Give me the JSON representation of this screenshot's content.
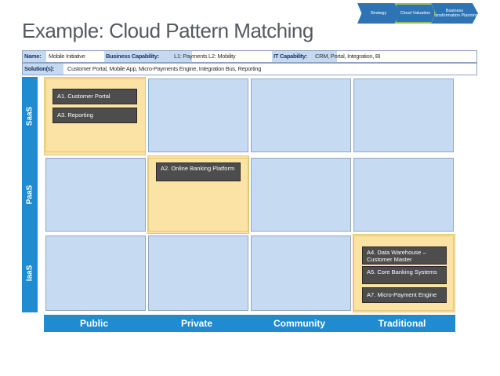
{
  "header": {
    "chevrons": [
      "Strategy",
      "Cloud Valuation",
      "Business Transformation Planning"
    ],
    "title": "Example: Cloud Pattern Matching"
  },
  "info": {
    "name_label": "Name:",
    "name_value": "Mobile Initiative",
    "business_label": "Business Capability:",
    "business_value": "L1: Payments L2: Mobility",
    "it_label": "IT Capability:",
    "it_value": "CRM, Portal, Integration, BI",
    "solutions_label": "Solution(s):",
    "solutions_value": "Customer Portal, Mobile App, Micro-Payments Engine, Integration Bus, Reporting"
  },
  "rows": [
    "SaaS",
    "PaaS",
    "IaaS"
  ],
  "columns": [
    "Public",
    "Private",
    "Community",
    "Traditional"
  ],
  "apps": {
    "a1": "A1. Customer Portal",
    "a3": "A3. Reporting",
    "a2": "A2. Online Banking Platform",
    "a4": "A4. Data Warehouse – Customer Master",
    "a5": "A5. Core Banking Systems",
    "a7": "A7. Micro-Payment Engine"
  },
  "colors": {
    "accent": "#1f8bd1",
    "cell": "#c6daf2",
    "highlight": "#fbe3a6",
    "app_box": "#4d4d4d"
  }
}
